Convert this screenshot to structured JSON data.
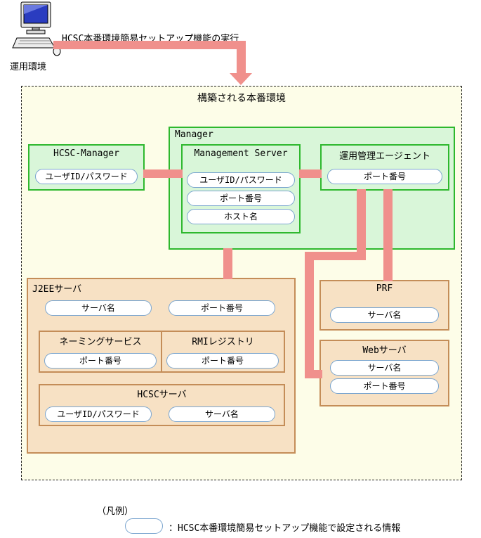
{
  "colors": {
    "green": "#2eb82e",
    "green_fill": "#d9f6d9",
    "tan": "#c48d58",
    "tan_fill": "#f7e1c4",
    "salmon": "#f0908c",
    "pill_border": "#7aa5cf",
    "env_bg": "#fdfde8"
  },
  "operation_env": {
    "label": "運用環境"
  },
  "arrow": {
    "label": "HCSC本番環境簡易セットアップ機能の実行"
  },
  "env": {
    "title": "構築される本番環境",
    "hcsc_manager": {
      "title": "HCSC-Manager",
      "pills": [
        "ユーザID/パスワード"
      ]
    },
    "manager": {
      "title": "Manager"
    },
    "management_server": {
      "title": "Management Server",
      "pills": [
        "ユーザID/パスワード",
        "ポート番号",
        "ホスト名"
      ]
    },
    "agent": {
      "title": "運用管理エージェント",
      "pills": [
        "ポート番号"
      ]
    },
    "j2ee": {
      "title": "J2EEサーバ",
      "pills": [
        "サーバ名",
        "ポート番号"
      ]
    },
    "naming": {
      "title": "ネーミングサービス",
      "pills": [
        "ポート番号"
      ]
    },
    "rmi": {
      "title": "RMIレジストリ",
      "pills": [
        "ポート番号"
      ]
    },
    "hcsc_server": {
      "title": "HCSCサーバ",
      "pills": [
        "ユーザID/パスワード",
        "サーバ名"
      ]
    },
    "prf": {
      "title": "PRF",
      "pills": [
        "サーバ名"
      ]
    },
    "web": {
      "title": "Webサーバ",
      "pills": [
        "サーバ名",
        "ポート番号"
      ]
    }
  },
  "legend": {
    "label": "（凡例）",
    "text": "：HCSC本番環境簡易セットアップ機能で設定される情報"
  }
}
